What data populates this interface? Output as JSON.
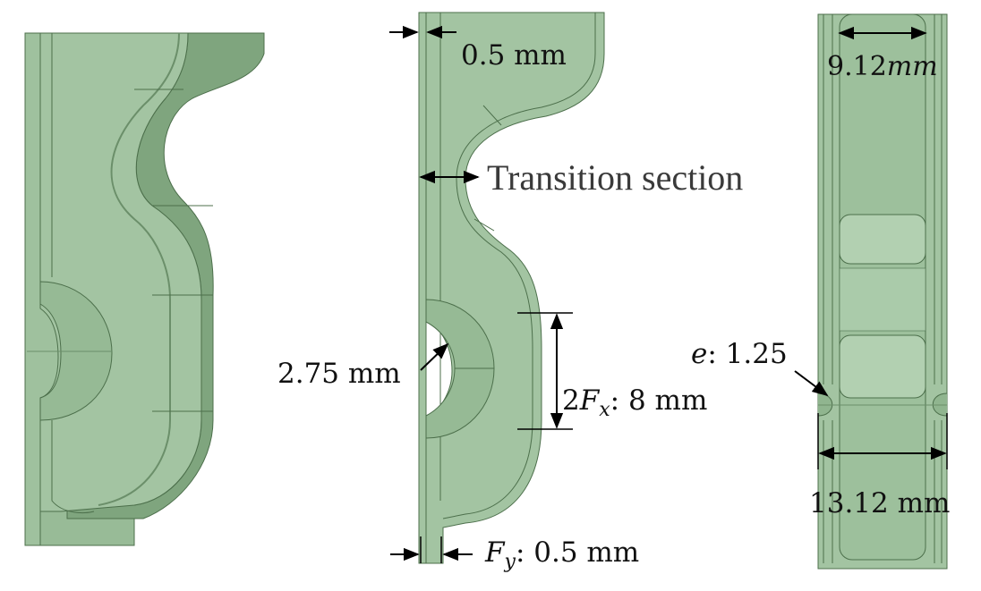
{
  "colors": {
    "part_light": "#a3c4a2",
    "part_mid": "#94b893",
    "part_dark": "#7fa57e",
    "edge": "#4c6f4b",
    "dim_line": "#000000"
  },
  "labels": {
    "thickness": "0.5 mm",
    "transition": "Transition section",
    "radius": "2.75 mm",
    "fx_prefix": "2",
    "fx_var": "F",
    "fx_sub": "x",
    "fx_value": ": 8 mm",
    "fy_var": "F",
    "fy_sub": "y",
    "fy_value": ": 0.5 mm",
    "top_width_value": "9.12",
    "top_width_unit": "mm",
    "e_var": "e",
    "e_value": ": 1.25",
    "bottom_width": "13.12 mm"
  }
}
